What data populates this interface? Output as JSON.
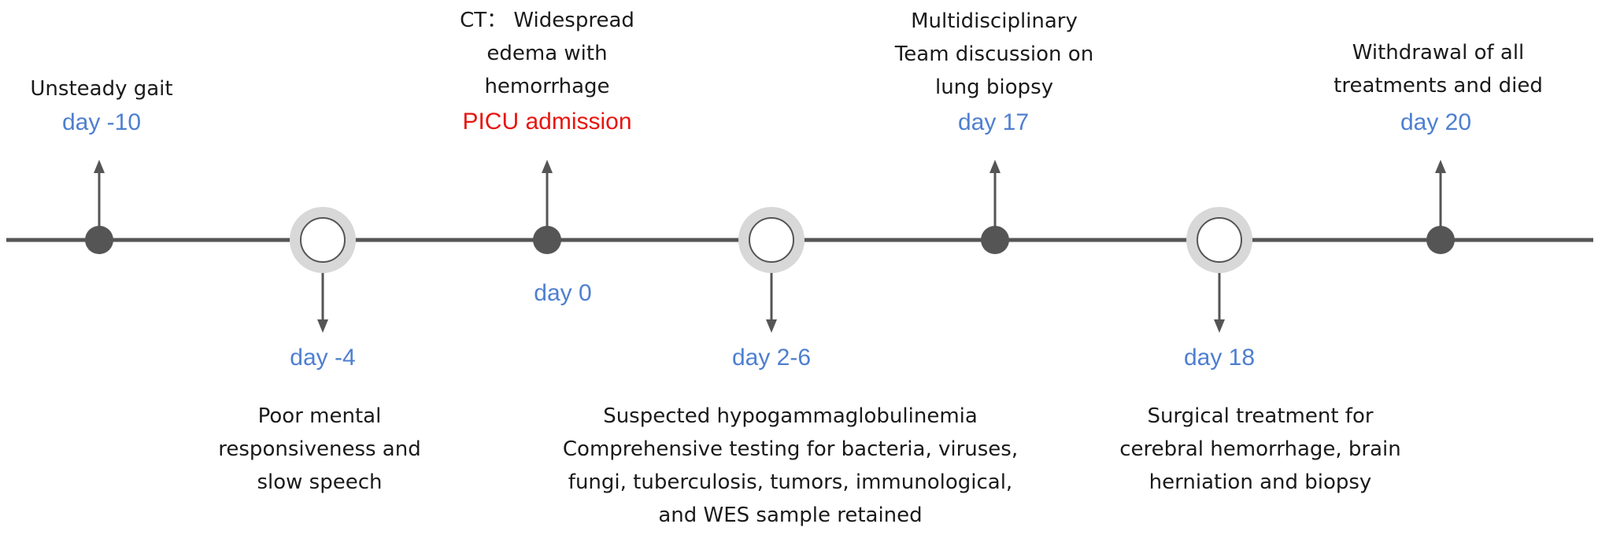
{
  "colors": {
    "axis": "#555555",
    "dot": "#555555",
    "ring_outer": "#d8d8d8",
    "ring_inner": "#ffffff",
    "day_label": "#4e7fd0",
    "admission": "#e8150f",
    "text": "#1a1a1a"
  },
  "events": [
    {
      "day": "day -10",
      "description": [
        "Unsteady gait"
      ],
      "marker": "dot",
      "arrow": "up"
    },
    {
      "day": "day -4",
      "description": [
        "Poor mental",
        "responsiveness and",
        "slow speech"
      ],
      "marker": "ring",
      "arrow": "down"
    },
    {
      "day": "day 0",
      "description": [
        "CT： Widespread",
        "edema with",
        "hemorrhage"
      ],
      "highlight": "PICU admission",
      "marker": "dot",
      "arrow": "up"
    },
    {
      "day": "day 2-6",
      "description": [
        "Suspected hypogammaglobulinemia",
        "Comprehensive testing for bacteria, viruses,",
        "fungi, tuberculosis, tumors, immunological,",
        "and WES sample retained"
      ],
      "marker": "ring",
      "arrow": "down"
    },
    {
      "day": "day 17",
      "description": [
        "Multidisciplinary",
        "Team discussion on",
        "lung biopsy"
      ],
      "marker": "dot",
      "arrow": "up"
    },
    {
      "day": "day 18",
      "description": [
        "Surgical treatment for",
        "cerebral hemorrhage, brain",
        "herniation and biopsy"
      ],
      "marker": "ring",
      "arrow": "down"
    },
    {
      "day": "day 20",
      "description": [
        "Withdrawal of all",
        "treatments and died"
      ],
      "marker": "dot",
      "arrow": "up"
    }
  ]
}
